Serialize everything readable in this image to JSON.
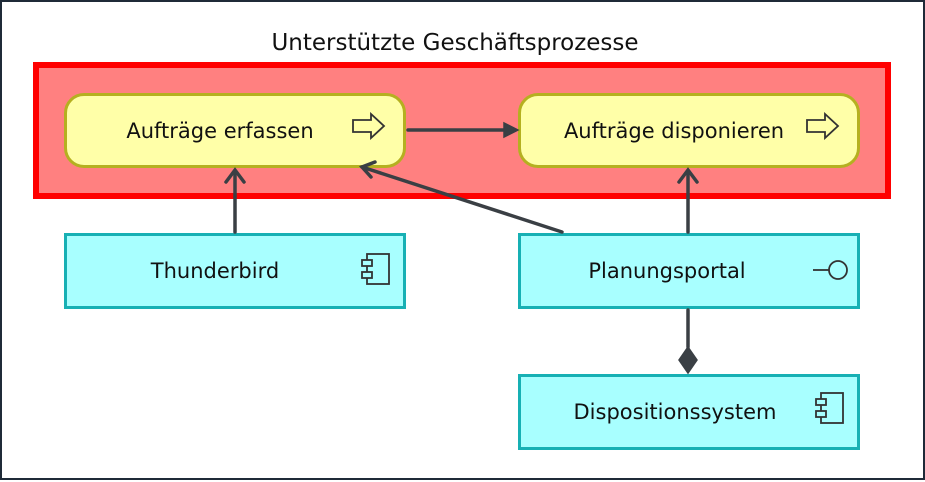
{
  "diagram": {
    "group": {
      "title": "Unterstützte Geschäftsprozesse"
    },
    "processes": [
      {
        "id": "p1",
        "label": "Aufträge erfassen",
        "icon": "process-arrow-icon"
      },
      {
        "id": "p2",
        "label": "Aufträge disponieren",
        "icon": "process-arrow-icon"
      }
    ],
    "components": [
      {
        "id": "c1",
        "label": "Thunderbird",
        "icon": "component-icon"
      },
      {
        "id": "c2",
        "label": "Planungsportal",
        "icon": "interface-lollipop-icon"
      },
      {
        "id": "c3",
        "label": "Dispositionssystem",
        "icon": "component-icon"
      }
    ],
    "relations": [
      {
        "from": "p1",
        "to": "p2",
        "type": "triggering"
      },
      {
        "from": "c1",
        "to": "p1",
        "type": "serving"
      },
      {
        "from": "c2",
        "to": "p1",
        "type": "serving"
      },
      {
        "from": "c2",
        "to": "p2",
        "type": "serving"
      },
      {
        "from": "c3",
        "to": "c2",
        "type": "composition"
      }
    ],
    "colors": {
      "group_fill": "#ff8080",
      "group_border": "#ff0000",
      "process_fill": "#ffffa8",
      "process_border": "#b5b020",
      "component_fill": "#a8ffff",
      "component_border": "#17b0b4",
      "connector": "#3a3f44"
    }
  }
}
